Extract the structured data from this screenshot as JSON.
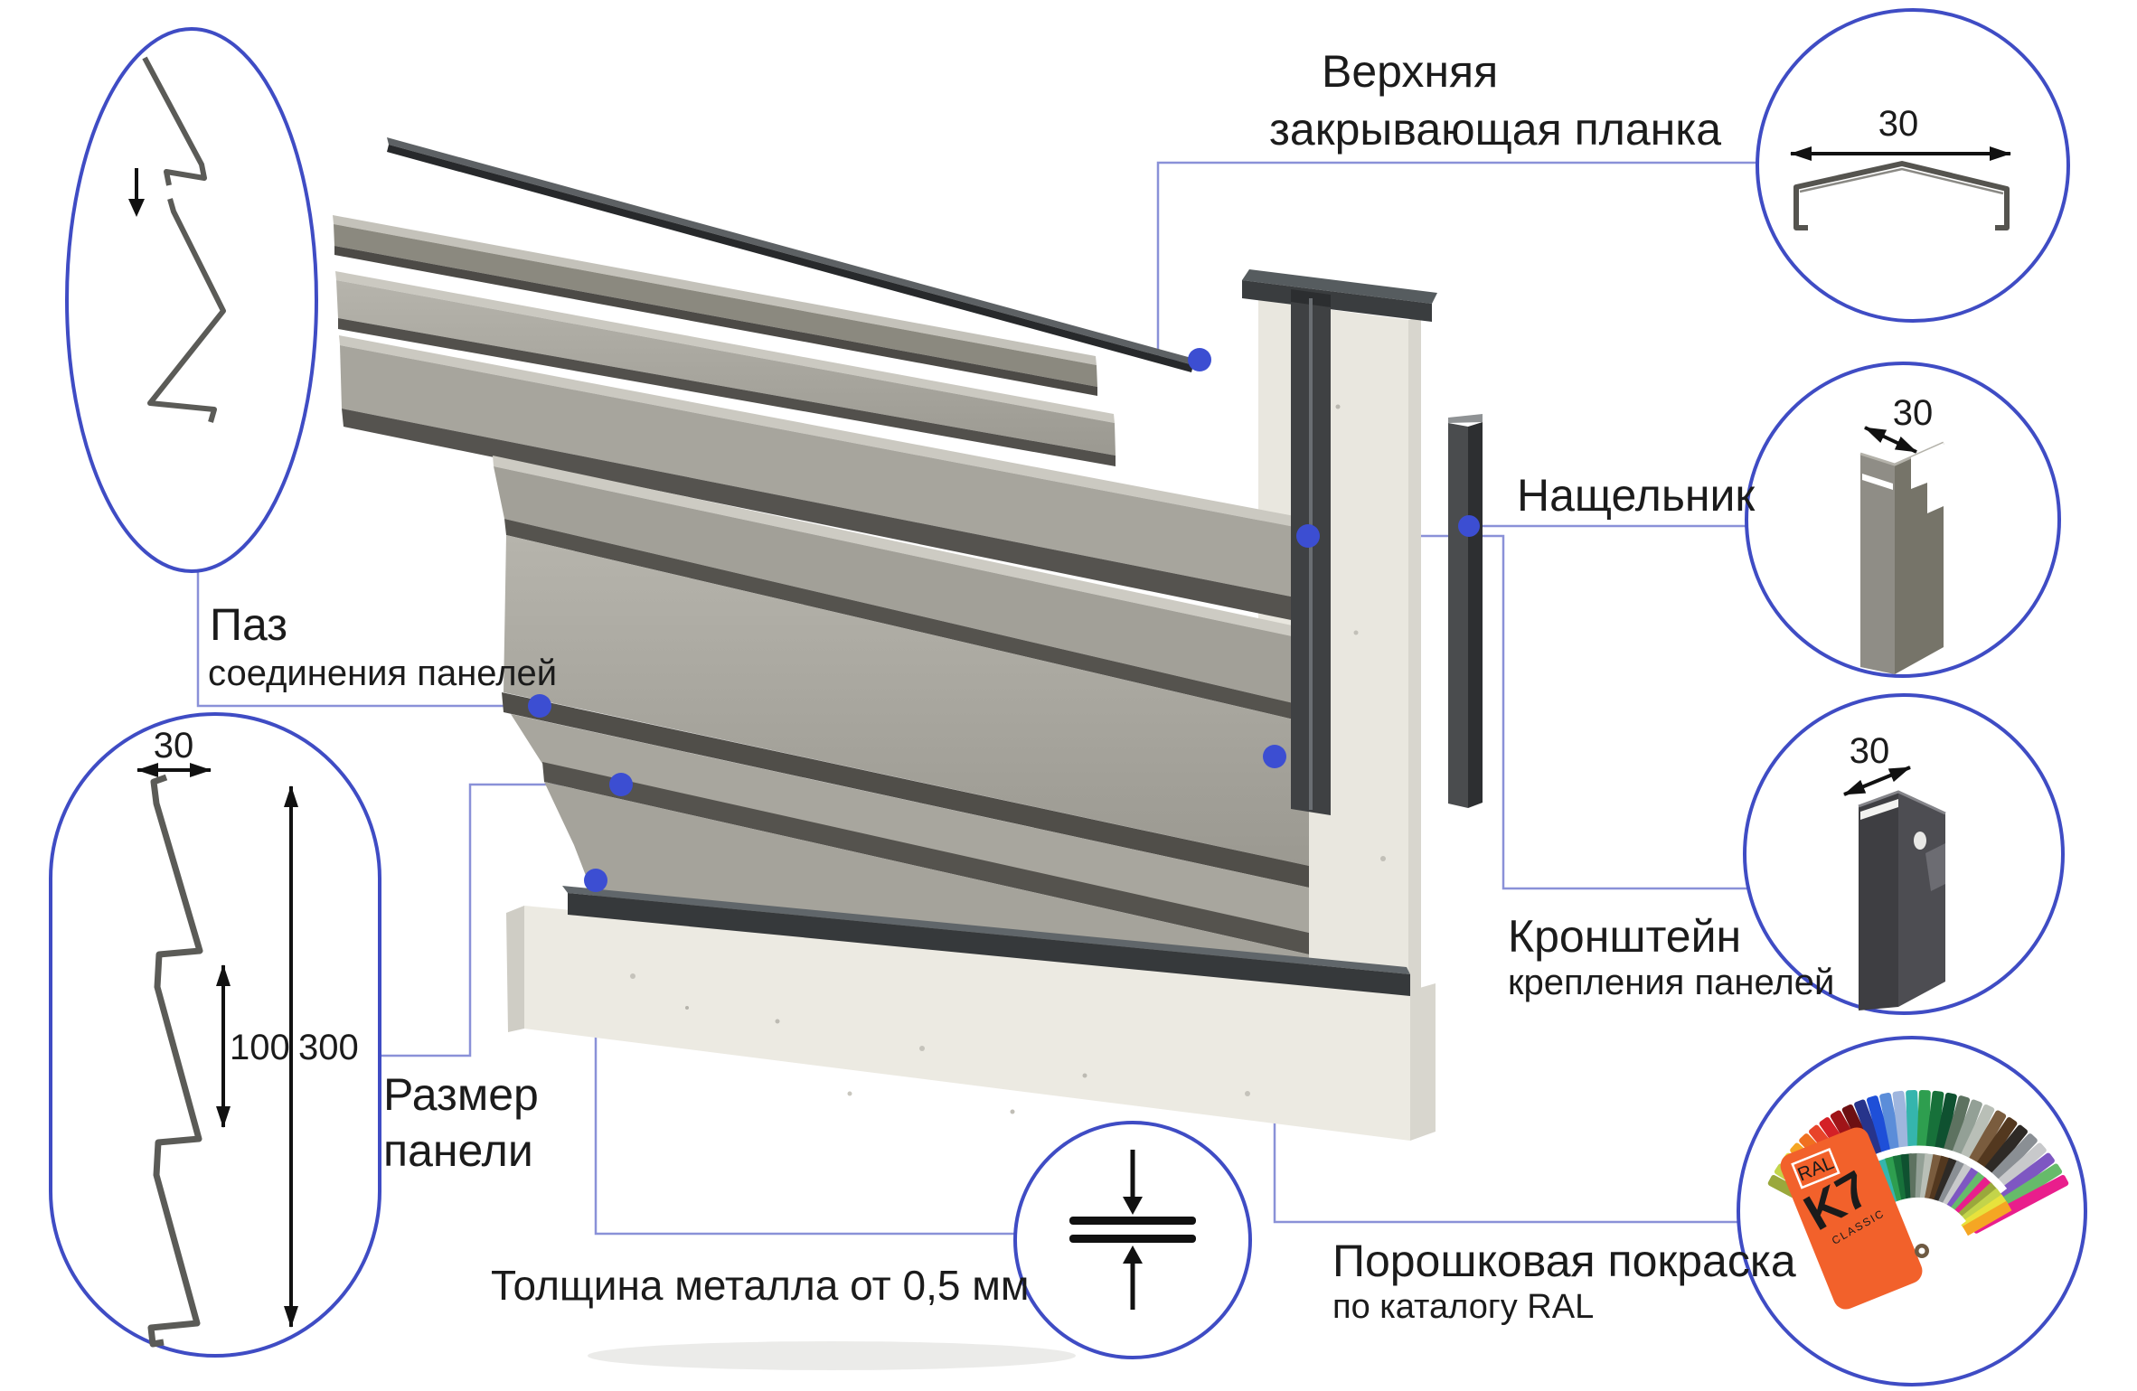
{
  "labels": {
    "top_strip": {
      "line1": "Верхняя",
      "line2": "закрывающая планка"
    },
    "nashelnik": {
      "line1": "Нащельник"
    },
    "kronshtein": {
      "line1": "Кронштейн",
      "line2": "крепления панелей"
    },
    "powder": {
      "line1": "Порошковая покраска",
      "line2": "по каталогу RAL"
    },
    "paz": {
      "line1": "Паз",
      "line2": "соединения панелей"
    },
    "size": {
      "line1": "Размер",
      "line2": "панели"
    },
    "thickness": {
      "line1": "Толщина металла от 0,5 мм"
    }
  },
  "dimensions": {
    "top_strip_width": "30",
    "nashelnik_width": "30",
    "kronshtein_width": "30",
    "panel_hook_width": "30",
    "panel_step_height": "100",
    "panel_height": "300"
  },
  "ral_fan": {
    "cover_title": "RAL",
    "cover_model": "K7",
    "cover_series": "CLASSIC",
    "cover_color": "#f2612b",
    "blade_colors": [
      "#9aa83c",
      "#c3d44a",
      "#e8e23c",
      "#f5a623",
      "#f07020",
      "#e8442a",
      "#d42027",
      "#a01418",
      "#6d1012",
      "#27348b",
      "#1e4fd8",
      "#5b8dd9",
      "#9fb6de",
      "#35b5ad",
      "#2e9e4f",
      "#17713a",
      "#0f5130",
      "#5d7260",
      "#93a096",
      "#b9bfb7",
      "#7a5c3e",
      "#53381f",
      "#2e2a26",
      "#8a8f94",
      "#c8c9cb",
      "#7e57c2",
      "#66bb6a",
      "#e91e8c"
    ]
  },
  "colors": {
    "callout_circle": "#3f4cc4",
    "callout_line": "#8a91d8",
    "callout_dot": "#3c4ed2",
    "text": "#1b1b1b",
    "panel_light": "#cbc9c1",
    "panel_mid": "#aeaca4",
    "panel_dark": "#504e49",
    "concrete": "#eceae2",
    "metal_dark": "#36393b"
  }
}
